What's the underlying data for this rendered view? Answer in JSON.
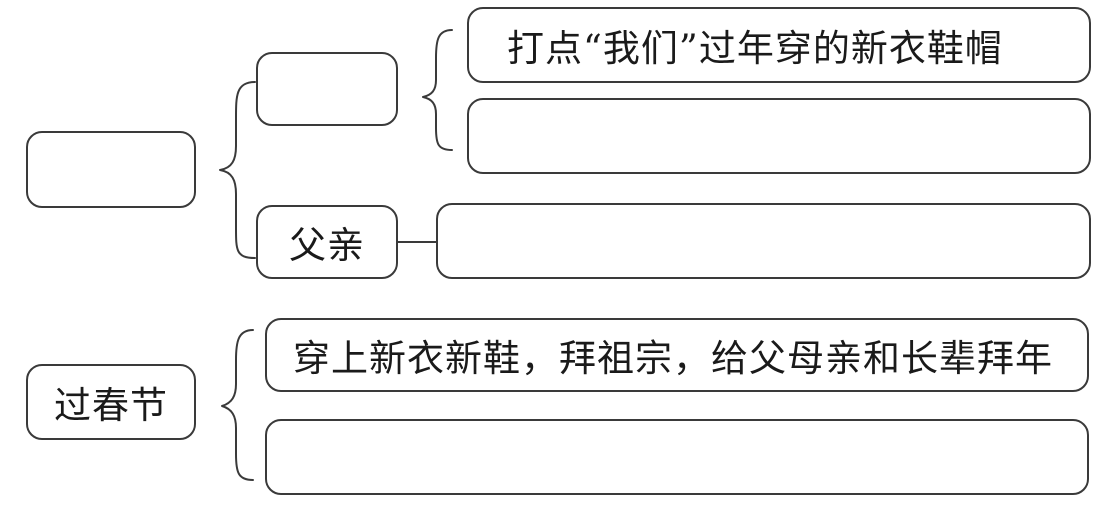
{
  "diagram": {
    "group1": {
      "root": "",
      "branch_blank": "",
      "branch_blank_items": [
        "打点“我们”过年穿的新衣鞋帽",
        ""
      ],
      "father": "父亲",
      "father_item": ""
    },
    "group2": {
      "root": "过春节",
      "items": [
        "穿上新衣新鞋，拜祖宗，给父母亲和长辈拜年",
        ""
      ]
    }
  }
}
